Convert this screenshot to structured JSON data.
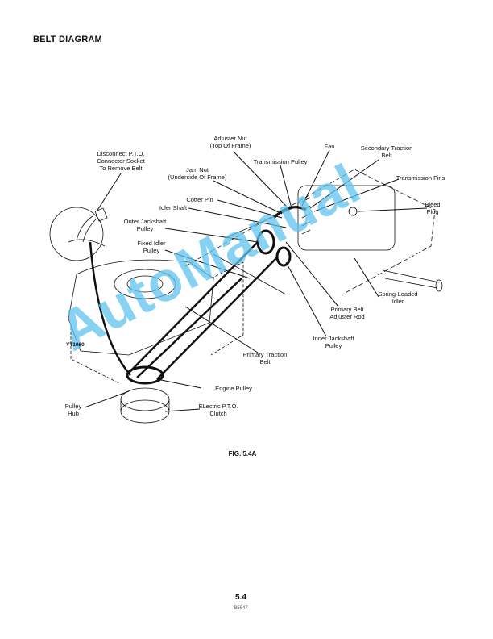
{
  "page": {
    "title": "BELT DIAGRAM",
    "figure_caption": "FIG. 5.4A",
    "page_number": "5.4",
    "doc_code": "B5647",
    "watermark": "AutoManual"
  },
  "diagram": {
    "drawing_code": "YT1060",
    "labels": {
      "disconnect": [
        "Disconnect P.T.O.",
        "Connector Socket",
        "To Remove Belt"
      ],
      "adjuster_nut": [
        "Adjuster Nut",
        "(Top Of Frame)"
      ],
      "fan": [
        "Fan"
      ],
      "secondary_belt": [
        "Secondary Traction",
        "Belt"
      ],
      "transmission_pulley": [
        "Transmission Pulley"
      ],
      "jam_nut": [
        "Jam Nut",
        "(Underside Of Frame)"
      ],
      "transmission_fins": [
        "Transmission Fins"
      ],
      "cotter_pin": [
        "Cotter Pin"
      ],
      "idler_shaft": [
        "Idler Shaft"
      ],
      "bleed_plug": [
        "Bleed",
        "Plug"
      ],
      "outer_jackshaft": [
        "Outer Jackshaft",
        "Pulley"
      ],
      "fixed_idler": [
        "Fixed Idler",
        "Pulley"
      ],
      "spring_idler": [
        "Spring-Loaded",
        "Idler"
      ],
      "adjuster_rod": [
        "Primary Belt",
        "Adjuster Rod"
      ],
      "inner_jackshaft": [
        "Inner Jackshaft",
        "Pulley"
      ],
      "primary_belt": [
        "Primary Traction",
        "Belt"
      ],
      "engine_pulley": [
        "Engine Pulley"
      ],
      "pulley_hub": [
        "Pulley",
        "Hub"
      ],
      "pto_clutch": [
        "ELectric P.T.O.",
        "Clutch"
      ]
    }
  }
}
